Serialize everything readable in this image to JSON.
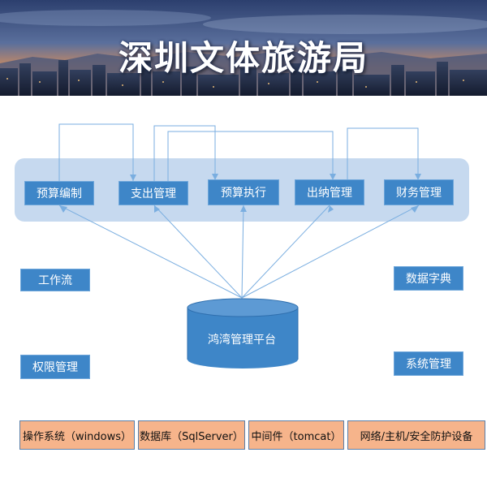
{
  "banner": {
    "title": "深圳文体旅游局",
    "caption": ""
  },
  "modules": [
    {
      "label": "预算编制"
    },
    {
      "label": "支出管理"
    },
    {
      "label": "预算执行"
    },
    {
      "label": "出纳管理"
    },
    {
      "label": "财务管理"
    }
  ],
  "side_left": [
    {
      "label": "工作流"
    },
    {
      "label": "权限管理"
    }
  ],
  "side_right": [
    {
      "label": "数据字典"
    },
    {
      "label": "系统管理"
    }
  ],
  "platform": {
    "label": "鸿湾管理平台"
  },
  "infrastructure": [
    {
      "label": "操作系统（windows）"
    },
    {
      "label": "数据库（SqlServer）"
    },
    {
      "label": "中间件（tomcat）"
    },
    {
      "label": "网络/主机/安全防护设备"
    }
  ],
  "colors": {
    "module_fill": "#3e86c8",
    "panel_fill": "#c6d9ef",
    "infra_fill": "#f6b48b",
    "connector": "#7aaee0"
  }
}
